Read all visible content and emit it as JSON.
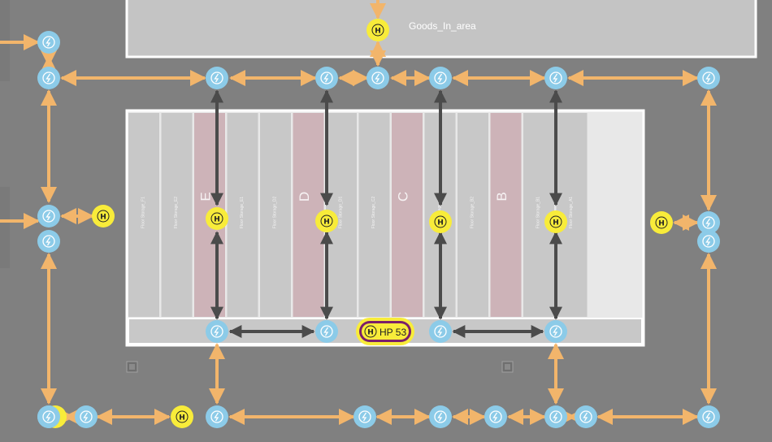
{
  "area": {
    "label": "Goods_In_area"
  },
  "storage_lanes": [
    {
      "label": "Floor Storage_F1",
      "aisle": ""
    },
    {
      "label": "Floor Storage_E2",
      "aisle": ""
    },
    {
      "label": "",
      "aisle": "E"
    },
    {
      "label": "Floor Storage_E1",
      "aisle": ""
    },
    {
      "label": "Floor Storage_D2",
      "aisle": ""
    },
    {
      "label": "",
      "aisle": "D"
    },
    {
      "label": "Floor Storage_D1",
      "aisle": ""
    },
    {
      "label": "Floor Storage_C2",
      "aisle": ""
    },
    {
      "label": "",
      "aisle": "C"
    },
    {
      "label": "Floor Storage_C1",
      "aisle": ""
    },
    {
      "label": "Floor Storage_B2",
      "aisle": ""
    },
    {
      "label": "",
      "aisle": "B"
    },
    {
      "label": "Floor Storage_B1",
      "aisle": ""
    },
    {
      "label": "Floor Storage_A1",
      "aisle": ""
    }
  ],
  "home_point": {
    "label": "HP 53",
    "glyph": "H"
  },
  "icons": {
    "node": "waypoint-node-icon",
    "home": "home-position-icon",
    "sensor": "sensor-marker-icon"
  },
  "colors": {
    "background": "#808080",
    "area_fill": "#c4c4c4",
    "storage_fill": "#c8c8c8",
    "aisle_fill": "#cdb3b8",
    "route_orange": "#f2b56b",
    "route_dark": "#4b4b4b",
    "node_blue": "#8ccbe8",
    "home_yellow": "#f8ec3a",
    "hp_border": "#7a1f6a"
  }
}
